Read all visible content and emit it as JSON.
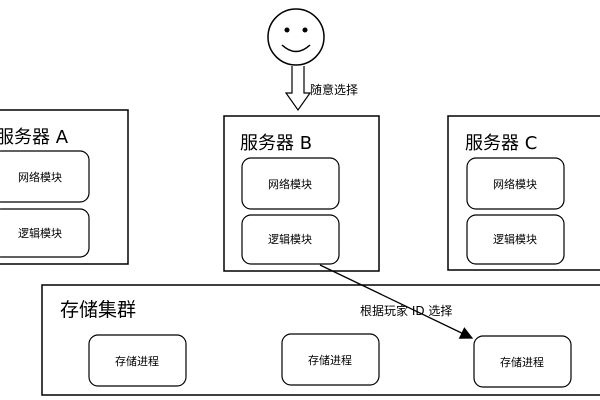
{
  "user": {
    "icon": "smiley-face-icon",
    "action_label": "随意选择"
  },
  "servers": [
    {
      "name": "服务器 A",
      "modules": [
        "网络模块",
        "逻辑模块"
      ]
    },
    {
      "name": "服务器 B",
      "modules": [
        "网络模块",
        "逻辑模块"
      ]
    },
    {
      "name": "服务器 C",
      "modules": [
        "网络模块",
        "逻辑模块"
      ]
    }
  ],
  "storage_cluster": {
    "name": "存储集群",
    "processes": [
      "存储进程",
      "存储进程",
      "存储进程"
    ]
  },
  "route_label": "根据玩家 ID 选择",
  "colors": {
    "stroke": "#000000",
    "face_fill": "#ffffff",
    "background": "#ffffff"
  }
}
